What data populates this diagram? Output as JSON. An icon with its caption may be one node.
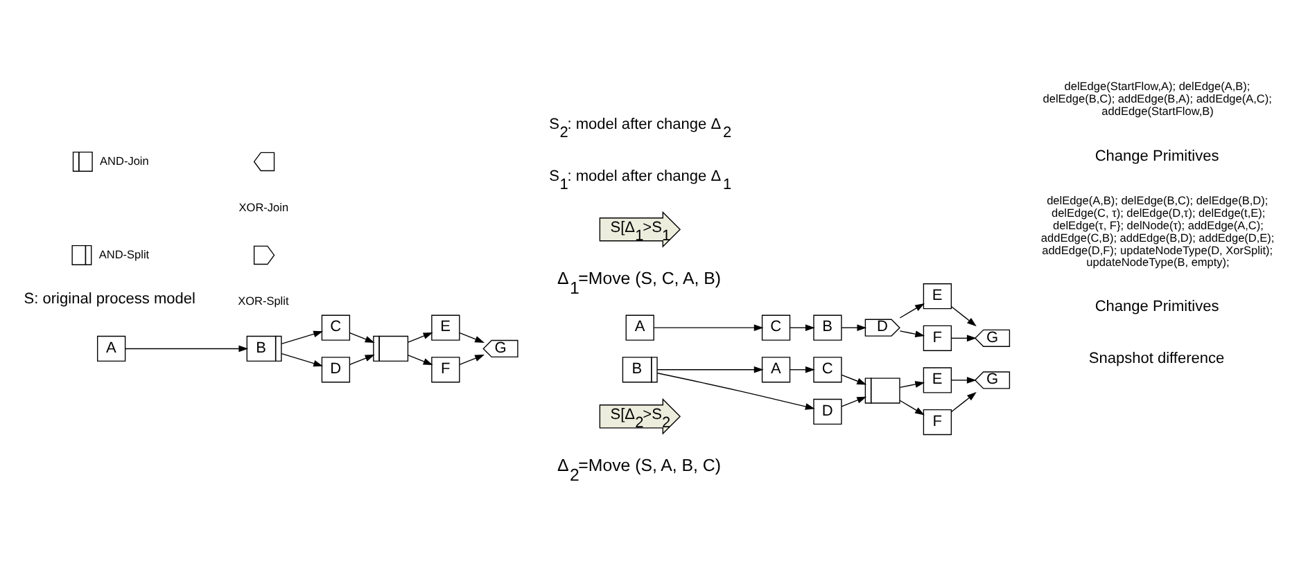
{
  "diagram": {
    "nodes": [
      {
        "text": [
          "A"
        ]
      },
      {
        "text": [
          "B"
        ]
      },
      {
        "text": [
          "C"
        ]
      },
      {
        "text": [
          "D"
        ]
      },
      {
        "text": [],
        "shape": "box"
      },
      {
        "text": [
          "E"
        ]
      },
      {
        "text": [
          "F"
        ]
      },
      {
        "text": [
          "G"
        ]
      },
      {
        "text": [
          "S[Δ$_{1}$>S$_{1}$"
        ],
        "beside": [
          "Δ$_{1}$=Move (S, C, A, B)"
        ]
      },
      {
        "text": [
          "A"
        ]
      },
      {
        "text": [
          "C"
        ]
      },
      {
        "text": [
          "B"
        ]
      },
      {
        "text": [
          "D"
        ]
      },
      {
        "text": [
          "E"
        ]
      },
      {
        "text": [
          "F"
        ]
      },
      {
        "text": [
          "G"
        ]
      },
      {
        "text": [
          "B"
        ]
      },
      {
        "text": [
          "A"
        ]
      },
      {
        "text": [
          "C"
        ]
      },
      {
        "text": [
          "D"
        ]
      },
      {
        "text": [],
        "shape": "box"
      },
      {
        "text": [
          "E"
        ]
      },
      {
        "text": [
          "F"
        ]
      },
      {
        "text": [
          "G"
        ]
      },
      {
        "text": [
          "S[Δ$_{2}$>S$_{2}$"
        ],
        "beside": [
          "Δ$_{2}$=Move (S, A, B, C)"
        ]
      }
    ],
    "edges": [
      {
        "from": 0,
        "to": 1,
        "arrow": "to"
      },
      {
        "from": 1,
        "to": 2,
        "arrow": "to"
      },
      {
        "from": 1,
        "to": 3,
        "arrow": "to"
      },
      {
        "from": 2,
        "to": 4,
        "arrow": "to"
      },
      {
        "from": 3,
        "to": 4,
        "arrow": "to"
      },
      {
        "from": 4,
        "to": 5,
        "arrow": "to"
      },
      {
        "from": 4,
        "to": 6,
        "arrow": "to"
      },
      {
        "from": 5,
        "to": 7,
        "arrow": "to"
      },
      {
        "from": 6,
        "to": 7,
        "arrow": "to"
      },
      {
        "from": 9,
        "to": 10,
        "arrow": "to"
      },
      {
        "from": 10,
        "to": 11,
        "arrow": "to"
      },
      {
        "from": 11,
        "to": 12,
        "arrow": "to"
      },
      {
        "from": 12,
        "to": 13,
        "arrow": "to"
      },
      {
        "from": 12,
        "to": 14,
        "arrow": "to"
      },
      {
        "from": 13,
        "to": 15,
        "arrow": "to"
      },
      {
        "from": 14,
        "to": 15,
        "arrow": "to"
      },
      {
        "from": 16,
        "to": 17,
        "arrow": "to"
      },
      {
        "from": 17,
        "to": 18,
        "arrow": "to"
      },
      {
        "from": 16,
        "to": 19,
        "arrow": "to"
      },
      {
        "from": 18,
        "to": 20,
        "arrow": "to"
      },
      {
        "from": 19,
        "to": 20,
        "arrow": "to"
      },
      {
        "from": 20,
        "to": 21,
        "arrow": "to"
      },
      {
        "from": 20,
        "to": 22,
        "arrow": "to"
      },
      {
        "from": 21,
        "to": 23,
        "arrow": "to"
      },
      {
        "from": 22,
        "to": 23,
        "arrow": "to"
      }
    ],
    "labels": [
      "S: original process model",
      "S$_{1}$: model after change Δ$_{1}$",
      "S$_{2}$: model after change Δ$_{2}$",
      "Snapshot difference",
      "Change Primitives",
      "delEdge(A,B); delEdge(B,C); delEdge(B,D); delEdge(C, τ); delEdge(D,τ); delEdge(t,E); delEdge(τ, F}; delNode(τ); addEdge(A,C); addEdge(C,B); addEdge(B,D); addEdge(D,E); addEdge(D,F); updateNodeType(D, XorSplit); updateNodeType(B, empty);",
      "Change Primitives",
      "delEdge(StartFlow,A); delEdge(A,B); delEdge(B,C); addEdge(B,A); addEdge(A,C); addEdge(StartFlow,B)"
    ],
    "legend": [
      {
        "text": "AND-Split"
      },
      {
        "text": "XOR-Split"
      },
      {
        "text": "AND-Join"
      },
      {
        "text": "XOR-Join"
      }
    ]
  }
}
